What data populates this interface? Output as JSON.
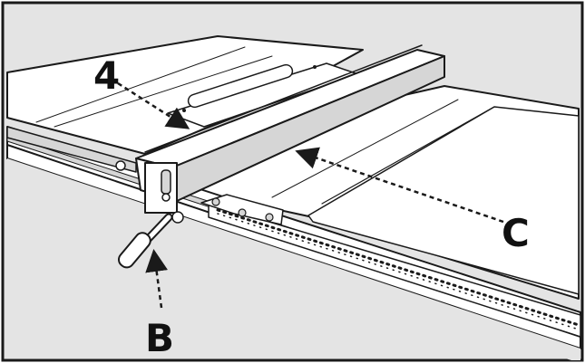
{
  "callouts": {
    "fence_label": "4",
    "handle_label": "B",
    "rail_label": "C"
  },
  "colors": {
    "background": "#e4e4e4",
    "line": "#1a1a1a",
    "surface": "#ffffff",
    "shade": "#d6d6d6"
  }
}
